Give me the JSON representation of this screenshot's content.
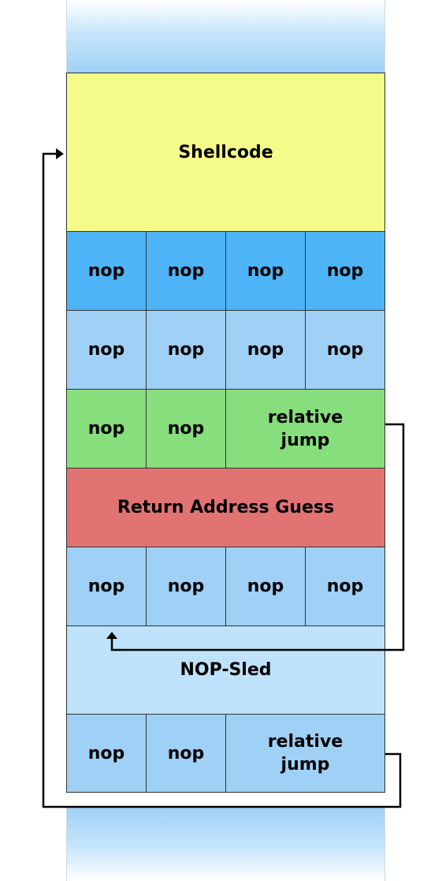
{
  "shellcode": "Shellcode",
  "row1": [
    "nop",
    "nop",
    "nop",
    "nop"
  ],
  "row2": [
    "nop",
    "nop",
    "nop",
    "nop"
  ],
  "row3": [
    "nop",
    "nop",
    "relative\njump"
  ],
  "return_address": "Return Address Guess",
  "row4": [
    "nop",
    "nop",
    "nop",
    "nop"
  ],
  "nop_sled": "NOP-Sled",
  "row5": [
    "nop",
    "nop",
    "relative\njump"
  ],
  "colors": {
    "shellcode": "#f5fb88",
    "nop_dark": "#4db5f7",
    "nop_light": "#9fd1f7",
    "jump_row": "#87de7c",
    "return_address": "#e27373",
    "sled": "#bee2fa"
  }
}
